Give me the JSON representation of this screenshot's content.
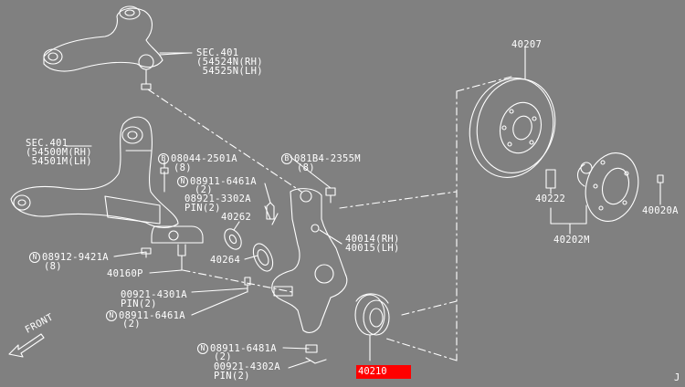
{
  "page": {
    "background": "#808080",
    "line_color": "#ffffff",
    "highlight_color": "#ff0000"
  },
  "labels": {
    "sec401_upper_title": "SEC.401",
    "sec401_upper_rh": "(54524N(RH)",
    "sec401_upper_lh": " 54525N(LH)",
    "sec401_lower_title": "SEC.401",
    "sec401_lower_rh": "(54500M(RH)",
    "sec401_lower_lh": " 54501M(LH)",
    "b_bolt_part": "08044-2501A",
    "b_bolt_qty": "(8)",
    "b_circ": "B",
    "n_nut_upper_part": "08911-6461A",
    "n_nut_upper_qty": "(2)",
    "n_circ": "N",
    "pin_upper_part": "08921-3302A",
    "pin_upper_qty": "PIN(2)",
    "p40262": "40262",
    "p40264": "40264",
    "bolt_right_part": "081B4-2355M",
    "bolt_right_qty": "(8)",
    "knuckle_rh": "40014(RH)",
    "knuckle_lh": "40015(LH)",
    "n_lower_nut_part": "08912-9421A",
    "n_lower_nut_qty": "(8)",
    "p40160p": "40160P",
    "pin_mid_part": "00921-4301A",
    "pin_mid_qty": "PIN(2)",
    "n_mid_nut_part": "08911-6461A",
    "n_mid_nut_qty": "(2)",
    "n_bottom_nut_part": "08911-6481A",
    "n_bottom_nut_qty": "(2)",
    "pin_bottom_part": "00921-4302A",
    "pin_bottom_qty": "PIN(2)",
    "p40210": "40210",
    "p40207": "40207",
    "p40222": "40222",
    "p40202m": "40202M",
    "p40020a": "40020A",
    "front": "FRONT",
    "corner": "J"
  }
}
